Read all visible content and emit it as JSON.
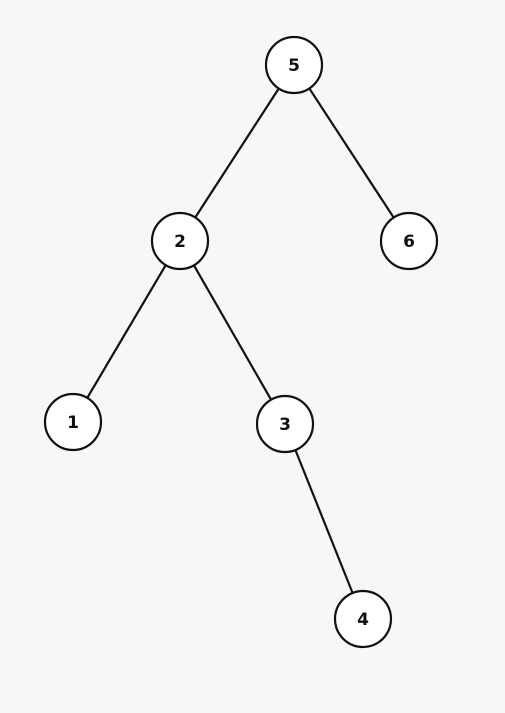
{
  "diagram": {
    "type": "binary-tree",
    "line_color": "#111111",
    "node_fill": "#ffffff",
    "background": "#f7f7f7",
    "nodes": [
      {
        "id": "n5",
        "label": "5"
      },
      {
        "id": "n2",
        "label": "2"
      },
      {
        "id": "n6",
        "label": "6"
      },
      {
        "id": "n1",
        "label": "1"
      },
      {
        "id": "n3",
        "label": "3"
      },
      {
        "id": "n4",
        "label": "4"
      }
    ],
    "edges": [
      {
        "from": "n5",
        "to": "n2"
      },
      {
        "from": "n5",
        "to": "n6"
      },
      {
        "from": "n2",
        "to": "n1"
      },
      {
        "from": "n2",
        "to": "n3"
      },
      {
        "from": "n3",
        "to": "n4"
      }
    ]
  }
}
